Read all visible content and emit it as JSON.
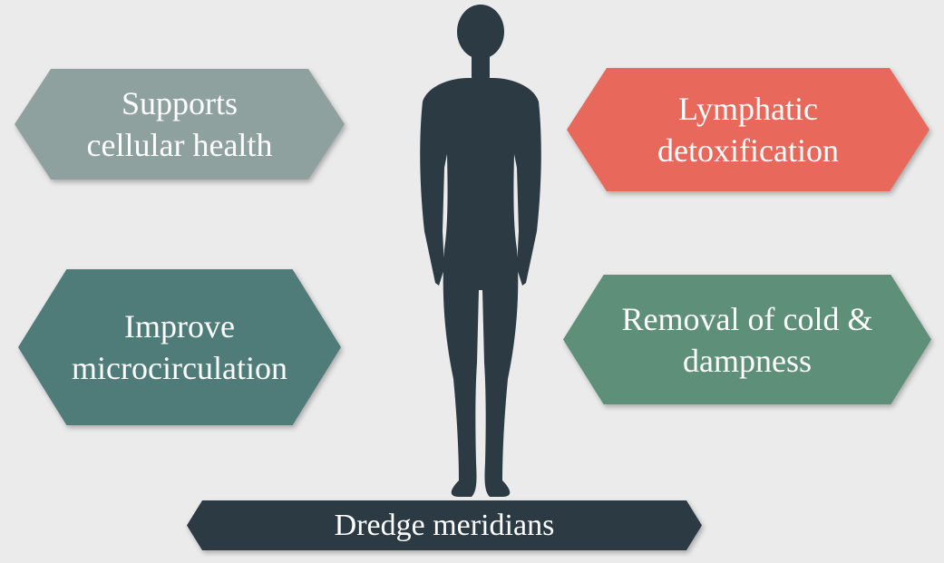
{
  "benefits": {
    "cellular": {
      "lines": [
        "Supports",
        "cellular health"
      ],
      "color": "#8fa19e"
    },
    "lymph": {
      "lines": [
        "Lymphatic",
        "detoxification"
      ],
      "color": "#e8695c"
    },
    "micro": {
      "lines": [
        "Improve",
        "microcirculation"
      ],
      "color": "#4f7b78"
    },
    "cold": {
      "lines": [
        "Removal of cold &",
        "dampness"
      ],
      "color": "#5e8f78"
    }
  },
  "base": {
    "label": "Dredge meridians",
    "color": "#2c3a44"
  },
  "figure": {
    "icon": "human-silhouette-icon",
    "color": "#2c3a44"
  }
}
